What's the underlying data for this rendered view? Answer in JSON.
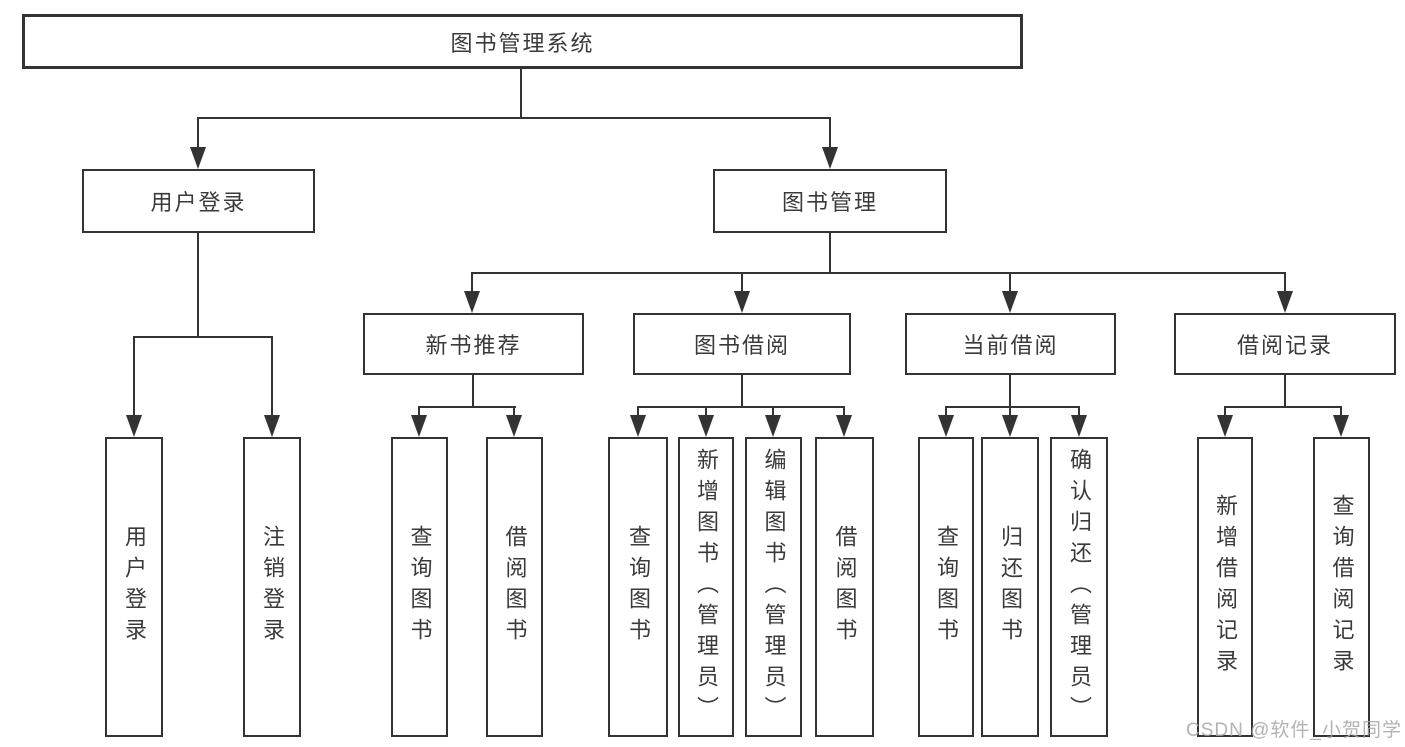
{
  "diagram": {
    "type": "hierarchy-flowchart",
    "colors": {
      "line": "#333333",
      "text": "#3a3a3a",
      "box_background": "#ffffff",
      "watermark": "#a6a6a6"
    },
    "tree": {
      "label": "图书管理系统",
      "children": [
        {
          "label": "用户登录",
          "children": [
            {
              "label": "用户登录"
            },
            {
              "label": "注销登录"
            }
          ]
        },
        {
          "label": "图书管理",
          "children": [
            {
              "label": "新书推荐",
              "children": [
                {
                  "label": "查询图书"
                },
                {
                  "label": "借阅图书"
                }
              ]
            },
            {
              "label": "图书借阅",
              "children": [
                {
                  "label": "查询图书"
                },
                {
                  "label": "新增图书（管理员）"
                },
                {
                  "label": "编辑图书（管理员）"
                },
                {
                  "label": "借阅图书"
                }
              ]
            },
            {
              "label": "当前借阅",
              "children": [
                {
                  "label": "查询图书"
                },
                {
                  "label": "归还图书"
                },
                {
                  "label": "确认归还（管理员）"
                }
              ]
            },
            {
              "label": "借阅记录",
              "children": [
                {
                  "label": "新增借阅记录"
                },
                {
                  "label": "查询借阅记录"
                }
              ]
            }
          ]
        }
      ]
    },
    "watermark": "CSDN @软件_小贺同学"
  }
}
